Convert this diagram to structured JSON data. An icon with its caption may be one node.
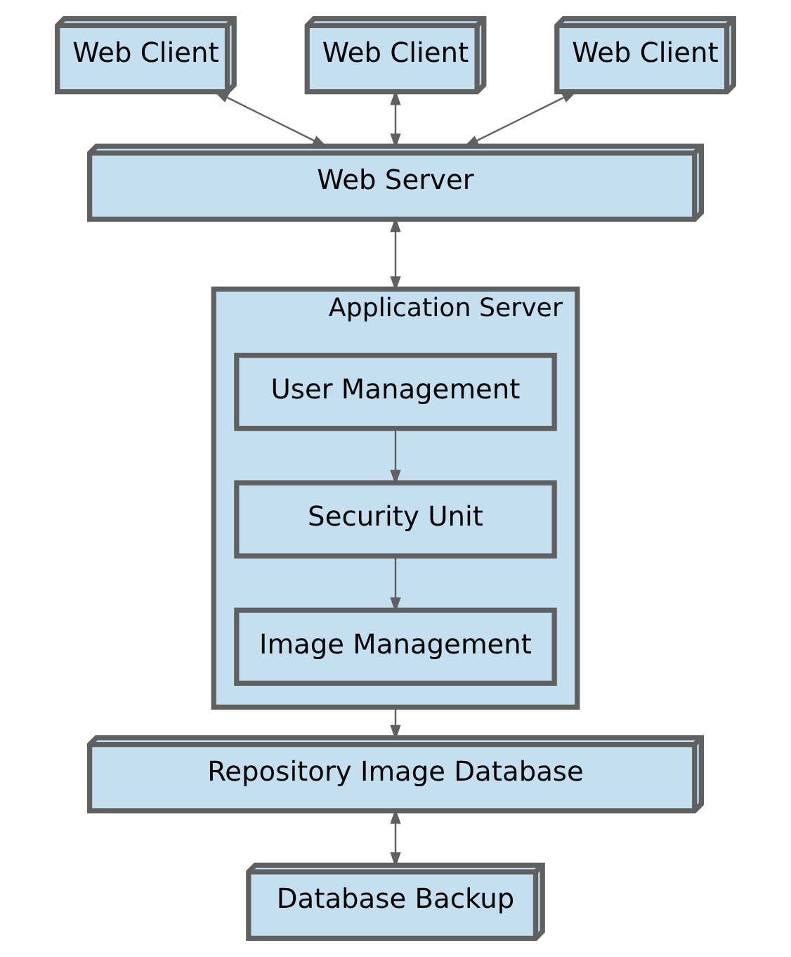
{
  "diagram": {
    "nodes": [
      {
        "text": [
          "Web Client"
        ]
      },
      {
        "text": [
          "Web Client"
        ]
      },
      {
        "text": [
          "Web Client"
        ]
      },
      {
        "text": [
          "Web Server"
        ]
      },
      {
        "text": [
          "Application Server"
        ]
      },
      {
        "text": [
          "User Management"
        ],
        "in": 4
      },
      {
        "text": [
          "Security Unit"
        ],
        "in": 4
      },
      {
        "text": [
          "Image Management"
        ],
        "in": 4
      },
      {
        "text": [
          "Repository Image Database"
        ]
      },
      {
        "text": [
          "Database Backup"
        ]
      }
    ],
    "edges": [
      {
        "from": 0,
        "to": 3,
        "arrow": "both"
      },
      {
        "from": 1,
        "to": 3,
        "arrow": "both"
      },
      {
        "from": 2,
        "to": 3,
        "arrow": "both"
      },
      {
        "from": 3,
        "to": 4,
        "arrow": "both"
      },
      {
        "from": 5,
        "to": 6,
        "arrow": "to"
      },
      {
        "from": 6,
        "to": 7,
        "arrow": "to"
      },
      {
        "from": 4,
        "to": 8,
        "arrow": "to"
      },
      {
        "from": 8,
        "to": 9,
        "arrow": "both"
      }
    ]
  }
}
